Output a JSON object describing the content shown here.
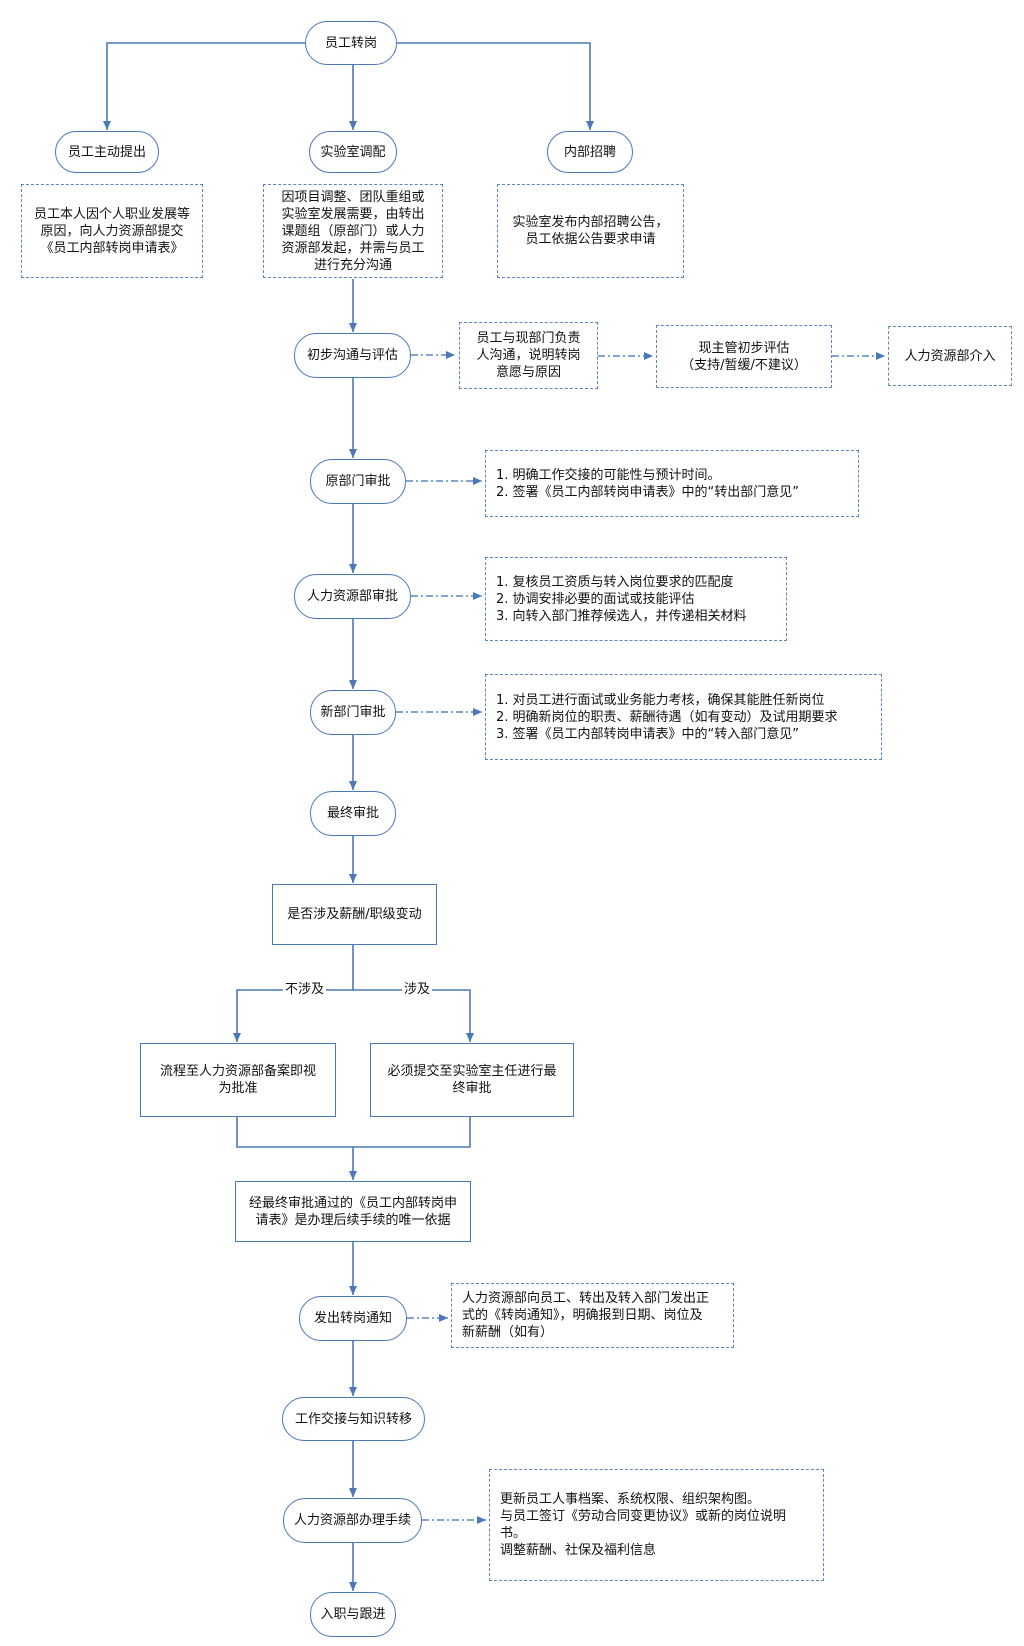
{
  "nodes": {
    "transfer": "员工转岗",
    "self_apply": "员工主动提出",
    "lab_adjust": "实验室调配",
    "internal_recruit": "内部招聘",
    "self_apply_desc": "员工本人因个人职业发展等\n原因，向人力资源部提交\n《员工内部转岗申请表》",
    "lab_adjust_desc": "因项目调整、团队重组或\n实验室发展需要，由转出\n课题组（原部门）或人力\n资源部发起，并需与员工\n进行充分沟通",
    "internal_recruit_desc": "实验室发布内部招聘公告，\n员工依据公告要求申请",
    "initial_comm": "初步沟通与评估",
    "comm_desc": "员工与现部门负责\n人沟通，说明转岗\n意愿与原因",
    "supervisor_eval": "现主管初步评估\n（支持/暂缓/不建议）",
    "hr_intervene": "人力资源部介入",
    "orig_dept_approve": "原部门审批",
    "orig_dept_notes": "1.  明确工作交接的可能性与预计时间。\n2.  签署《员工内部转岗申请表》中的“转出部门意见”",
    "hr_approve": "人力资源部审批",
    "hr_notes": "1.  复核员工资质与转入岗位要求的匹配度\n2.  协调安排必要的面试或技能评估\n3.  向转入部门推荐候选人，并传递相关材料",
    "new_dept_approve": "新部门审批",
    "new_dept_notes": "1.  对员工进行面试或业务能力考核，确保其能胜任新岗位\n2.  明确新岗位的职责、薪酬待遇（如有变动）及试用期要求\n3.  签署《员工内部转岗申请表》中的“转入部门意见”",
    "final_approve": "最终审批",
    "salary_question": "是否涉及薪酬/职级变动",
    "branch_no": "不涉及",
    "branch_yes": "涉及",
    "no_result": "流程至人力资源部备案即视\n为批准",
    "yes_result": "必须提交至实验室主任进行最\n终审批",
    "basis": "经最终审批通过的《员工内部转岗申\n请表》是办理后续手续的唯一依据",
    "notice": "发出转岗通知",
    "notice_desc": "人力资源部向员工、转出及转入部门发出正\n式的《转岗通知》，明确报到日期、岗位及\n新薪酬（如有）",
    "handover": "工作交接与知识转移",
    "hr_procedures": "人力资源部办理手续",
    "hr_procedures_desc": "更新员工人事档案、系统权限、组织架构图。\n与员工签订《劳动合同变更协议》或新的岗位说明\n书。\n调整薪酬、社保及福利信息",
    "onboard": "入职与跟进"
  },
  "colors": {
    "line": "#4a78b8",
    "dashed": "#5b86c2"
  }
}
